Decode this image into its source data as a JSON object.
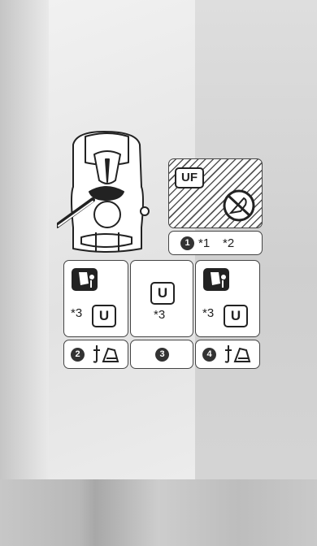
{
  "top_right": {
    "badge": "UF",
    "marker": "1",
    "note1": "*1",
    "note2": "*2"
  },
  "bottom": [
    {
      "position": "2",
      "badge": "U",
      "note": "*3",
      "icons": [
        "isofix-seat-icon",
        "top-tether-icon"
      ]
    },
    {
      "position": "3",
      "badge": "U",
      "note": "*3",
      "icons": []
    },
    {
      "position": "4",
      "badge": "U",
      "note": "*3",
      "icons": [
        "isofix-seat-icon",
        "top-tether-icon"
      ]
    }
  ],
  "colors": {
    "line": "#222222",
    "box_border": "#444444",
    "hatch": "#555555"
  }
}
